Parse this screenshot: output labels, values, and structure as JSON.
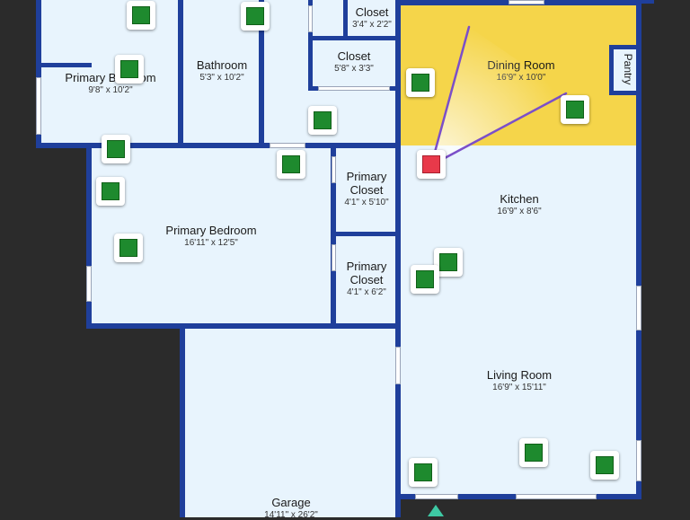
{
  "rooms": [
    {
      "name": "Primary Bedroom",
      "dim": "9'8\" x 10'2\""
    },
    {
      "name": "Bathroom",
      "dim": "5'3\" x 10'2\""
    },
    {
      "name": "Closet",
      "dim": "3'4\" x 2'2\""
    },
    {
      "name": "Closet",
      "dim": "5'8\" x 3'3\""
    },
    {
      "name": "Dining Room",
      "dim": "16'9\" x 10'0\""
    },
    {
      "name": "Pantry",
      "dim": ""
    },
    {
      "name": "Primary Bedroom",
      "dim": "16'11\" x 12'5\""
    },
    {
      "name": "Primary Closet",
      "dim": "4'1\" x 5'10\""
    },
    {
      "name": "Primary Closet",
      "dim": "4'1\" x 6'2\""
    },
    {
      "name": "Kitchen",
      "dim": "16'9\" x 8'6\""
    },
    {
      "name": "Living Room",
      "dim": "16'9\" x 15'11\""
    },
    {
      "name": "Garage",
      "dim": "14'11\" x 26'2\""
    }
  ],
  "colors": {
    "wall": "#1f3f9b",
    "floor": "#e8f4fd",
    "highlight_room": "#f5d54a",
    "marker": "#1e8a2e",
    "active_marker": "#e8394a",
    "view_cone": "#7b4fc9",
    "compass": "#3ec9a4",
    "background": "#2b2b2b"
  },
  "highlighted_room": "Dining Room",
  "icons": {
    "marker": "photo-marker-icon",
    "active_marker": "current-view-marker-icon",
    "compass": "north-arrow-icon"
  }
}
